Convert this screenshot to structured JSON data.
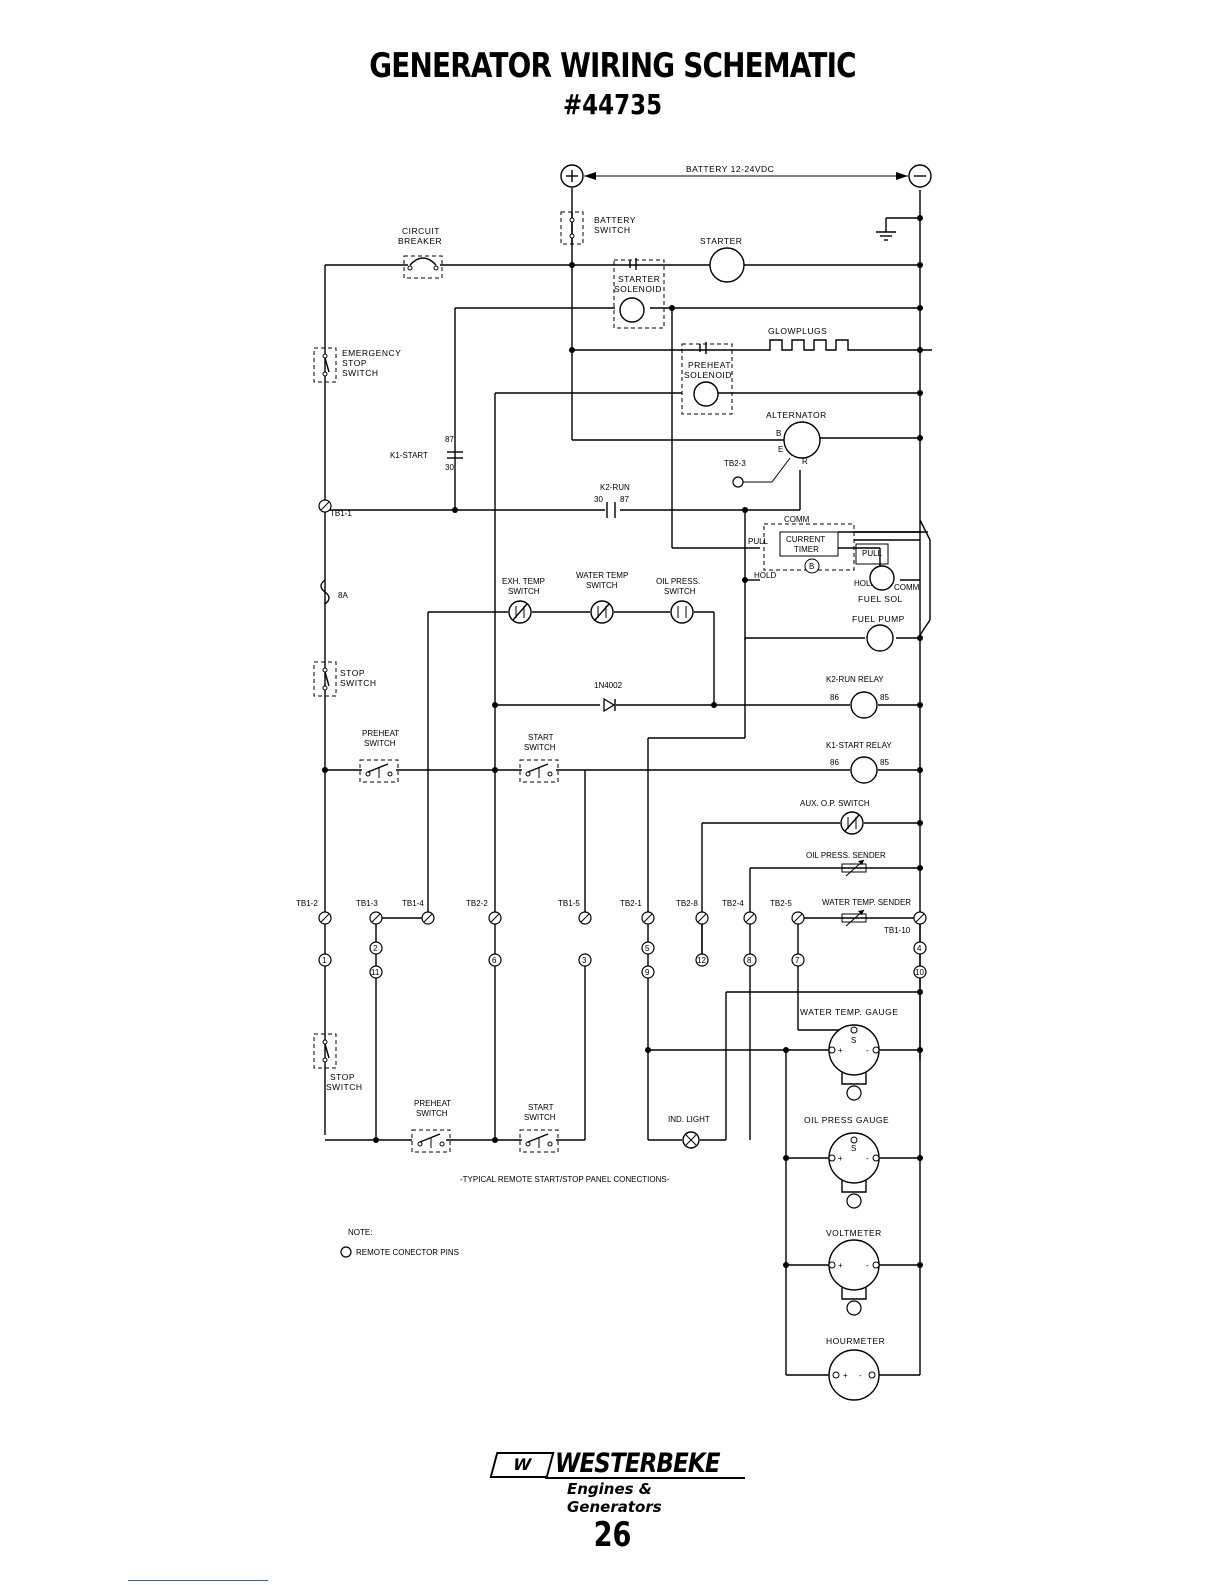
{
  "header": {
    "title": "GENERATOR WIRING SCHEMATIC",
    "subtitle": "#44735"
  },
  "labels": {
    "battery": "BATTERY 12-24VDC",
    "plus": "+",
    "minus": "−",
    "battery_switch_1": "BATTERY",
    "battery_switch_2": "SWITCH",
    "circuit_breaker_1": "CIRCUIT",
    "circuit_breaker_2": "BREAKER",
    "starter": "STARTER",
    "starter_solenoid_1": "STARTER",
    "starter_solenoid_2": "SOLENOID",
    "glowplugs": "GLOWPLUGS",
    "preheat_solenoid_1": "PREHEAT",
    "preheat_solenoid_2": "SOLENOID",
    "emergency_stop_1": "EMERGENCY",
    "emergency_stop_2": "STOP",
    "emergency_stop_3": "SWITCH",
    "alternator": "ALTERNATOR",
    "alt_b": "B",
    "alt_e": "E",
    "alt_r": "R",
    "tb2_3": "TB2-3",
    "k1_start": "K1-START",
    "k1_87": "87",
    "k1_30": "30",
    "k2_run": "K2-RUN",
    "k2_30": "30",
    "k2_87": "87",
    "tb1_1": "TB1-1",
    "current_timer_1": "CURRENT",
    "current_timer_2": "TIMER",
    "timer_b": "B",
    "comm": "COMM",
    "pull": "PULL",
    "hold": "HOLD",
    "pull2": "PULL",
    "hold2": "HOLD",
    "comm2": "COMM",
    "fuel_sol": "FUEL SOL",
    "fuel_pump": "FUEL PUMP",
    "exh_temp_1": "EXH. TEMP",
    "exh_temp_2": "SWITCH",
    "water_temp_sw_1": "WATER TEMP",
    "water_temp_sw_2": "SWITCH",
    "oil_press_sw_1": "OIL PRESS.",
    "oil_press_sw_2": "SWITCH",
    "fuse": "8A",
    "diode": "1N4002",
    "k2_relay": "K2-RUN RELAY",
    "k2_86": "86",
    "k2_85": "85",
    "k1_relay": "K1-START RELAY",
    "k1_86": "86",
    "k1_85": "85",
    "stop_switch_1": "STOP",
    "stop_switch_2": "SWITCH",
    "preheat_switch_1": "PREHEAT",
    "preheat_switch_2": "SWITCH",
    "start_switch_1": "START",
    "start_switch_2": "SWITCH",
    "aux_op": "AUX. O.P. SWITCH",
    "oil_sender": "OIL PRESS. SENDER",
    "water_sender": "WATER TEMP. SENDER",
    "tb1_2": "TB1-2",
    "tb1_3": "TB1-3",
    "tb1_4": "TB1-4",
    "tb2_2": "TB2-2",
    "tb1_5": "TB1-5",
    "tb2_1": "TB2-1",
    "tb2_8": "TB2-8",
    "tb2_4": "TB2-4",
    "tb2_5": "TB2-5",
    "tb1_10": "TB1-10",
    "pin_1": "1",
    "pin_2": "2",
    "pin_11": "11",
    "pin_6": "6",
    "pin_3": "3",
    "pin_5": "5",
    "pin_9": "9",
    "pin_12": "12",
    "pin_8": "8",
    "pin_7": "7",
    "pin_4": "4",
    "pin_10": "10",
    "water_gauge": "WATER TEMP. GAUGE",
    "oil_gauge": "OIL PRESS GAUGE",
    "voltmeter": "VOLTMETER",
    "hourmeter": "HOURMETER",
    "gauge_s": "S",
    "gauge_plus": "+",
    "gauge_minus": "-",
    "ind_light": "IND. LIGHT",
    "remote_panel": "-TYPICAL REMOTE START/STOP PANEL CONECTIONS-",
    "note": "NOTE:",
    "note_text": "REMOTE CONECTOR PINS"
  },
  "footer": {
    "logo_mark": "W",
    "brand": "WESTERBEKE",
    "tagline": "Engines & Generators",
    "page": "26"
  }
}
